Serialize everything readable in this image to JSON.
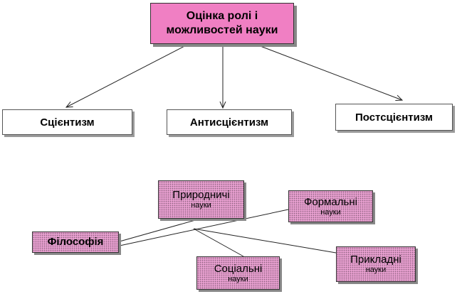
{
  "top_box": {
    "line1": "Оцінка ролі і",
    "line2": "можливостей науки"
  },
  "branches": {
    "left": "Сцієнтизм",
    "middle": "Антисцієнтизм",
    "right": "Постсцієнтизм"
  },
  "bottom": {
    "philosophy": "Філософія",
    "natural": {
      "line1": "Природничі",
      "line2": "науки"
    },
    "formal": {
      "line1": "Формальні",
      "line2": "науки"
    },
    "social": {
      "line1": "Соціальні",
      "line2": "науки"
    },
    "applied": {
      "line1": "Прикладні",
      "line2": "науки"
    }
  },
  "colors": {
    "title_fill": "#f07fc3",
    "node_fill": "#e79fcf"
  }
}
